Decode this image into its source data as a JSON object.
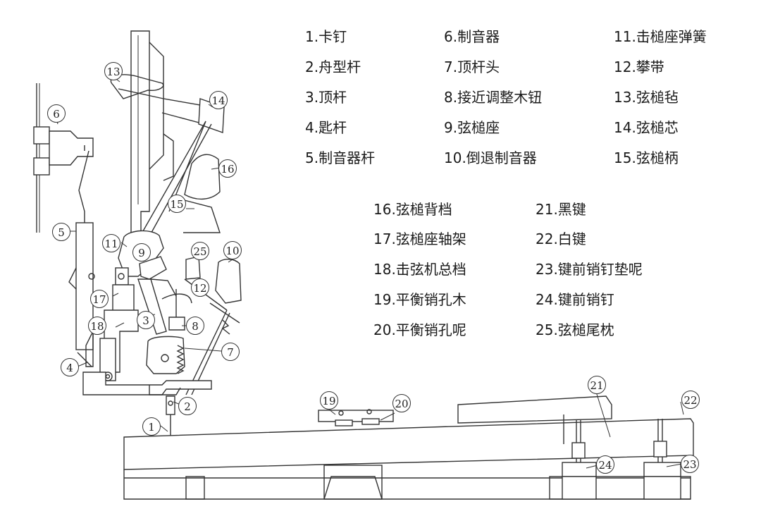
{
  "legend": [
    {
      "id": "1",
      "label": "1.卡钉"
    },
    {
      "id": "2",
      "label": "2.舟型杆"
    },
    {
      "id": "3",
      "label": "3.顶杆"
    },
    {
      "id": "4",
      "label": "4.匙杆"
    },
    {
      "id": "5",
      "label": "5.制音器杆"
    },
    {
      "id": "6",
      "label": "6.制音器"
    },
    {
      "id": "7",
      "label": "7.顶杆头"
    },
    {
      "id": "8",
      "label": "8.接近调整木钮"
    },
    {
      "id": "9",
      "label": "9.弦槌座"
    },
    {
      "id": "10",
      "label": "10.倒退制音器"
    },
    {
      "id": "11",
      "label": "11.击槌座弹簧"
    },
    {
      "id": "12",
      "label": "12.攀带"
    },
    {
      "id": "13",
      "label": "13.弦槌毡"
    },
    {
      "id": "14",
      "label": "14.弦槌芯"
    },
    {
      "id": "15",
      "label": "15.弦槌柄"
    },
    {
      "id": "16",
      "label": "16.弦槌背档"
    },
    {
      "id": "17",
      "label": "17.弦槌座轴架"
    },
    {
      "id": "18",
      "label": "18.击弦机总档"
    },
    {
      "id": "19",
      "label": "19.平衡销孔木"
    },
    {
      "id": "20",
      "label": "20.平衡销孔呢"
    },
    {
      "id": "21",
      "label": "21.黑键"
    },
    {
      "id": "22",
      "label": "22.白键"
    },
    {
      "id": "23",
      "label": "23.键前销钉垫呢"
    },
    {
      "id": "24",
      "label": "24.键前销钉"
    },
    {
      "id": "25",
      "label": "25.弦槌尾枕"
    }
  ],
  "callouts": [
    "1",
    "2",
    "3",
    "4",
    "5",
    "6",
    "7",
    "8",
    "9",
    "10",
    "11",
    "12",
    "13",
    "14",
    "15",
    "16",
    "17",
    "18",
    "19",
    "20",
    "21",
    "22",
    "23",
    "24",
    "25"
  ]
}
